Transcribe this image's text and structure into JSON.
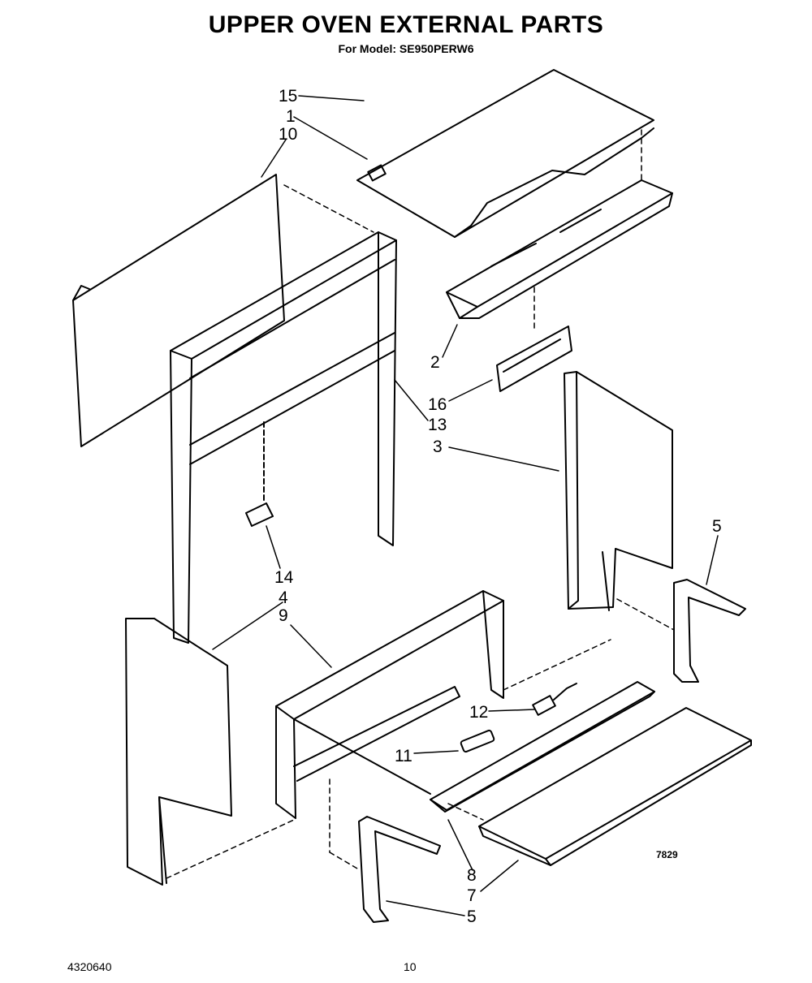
{
  "header": {
    "title": "UPPER OVEN EXTERNAL PARTS",
    "subtitle": "For Model: SE950PERW6"
  },
  "callouts": [
    "15",
    "1",
    "10",
    "2",
    "16",
    "13",
    "3",
    "5",
    "14",
    "4",
    "9",
    "12",
    "11",
    "8",
    "7",
    "5"
  ],
  "drawing_code": "7829",
  "footer": {
    "document_number": "4320640",
    "page_number": "10"
  }
}
